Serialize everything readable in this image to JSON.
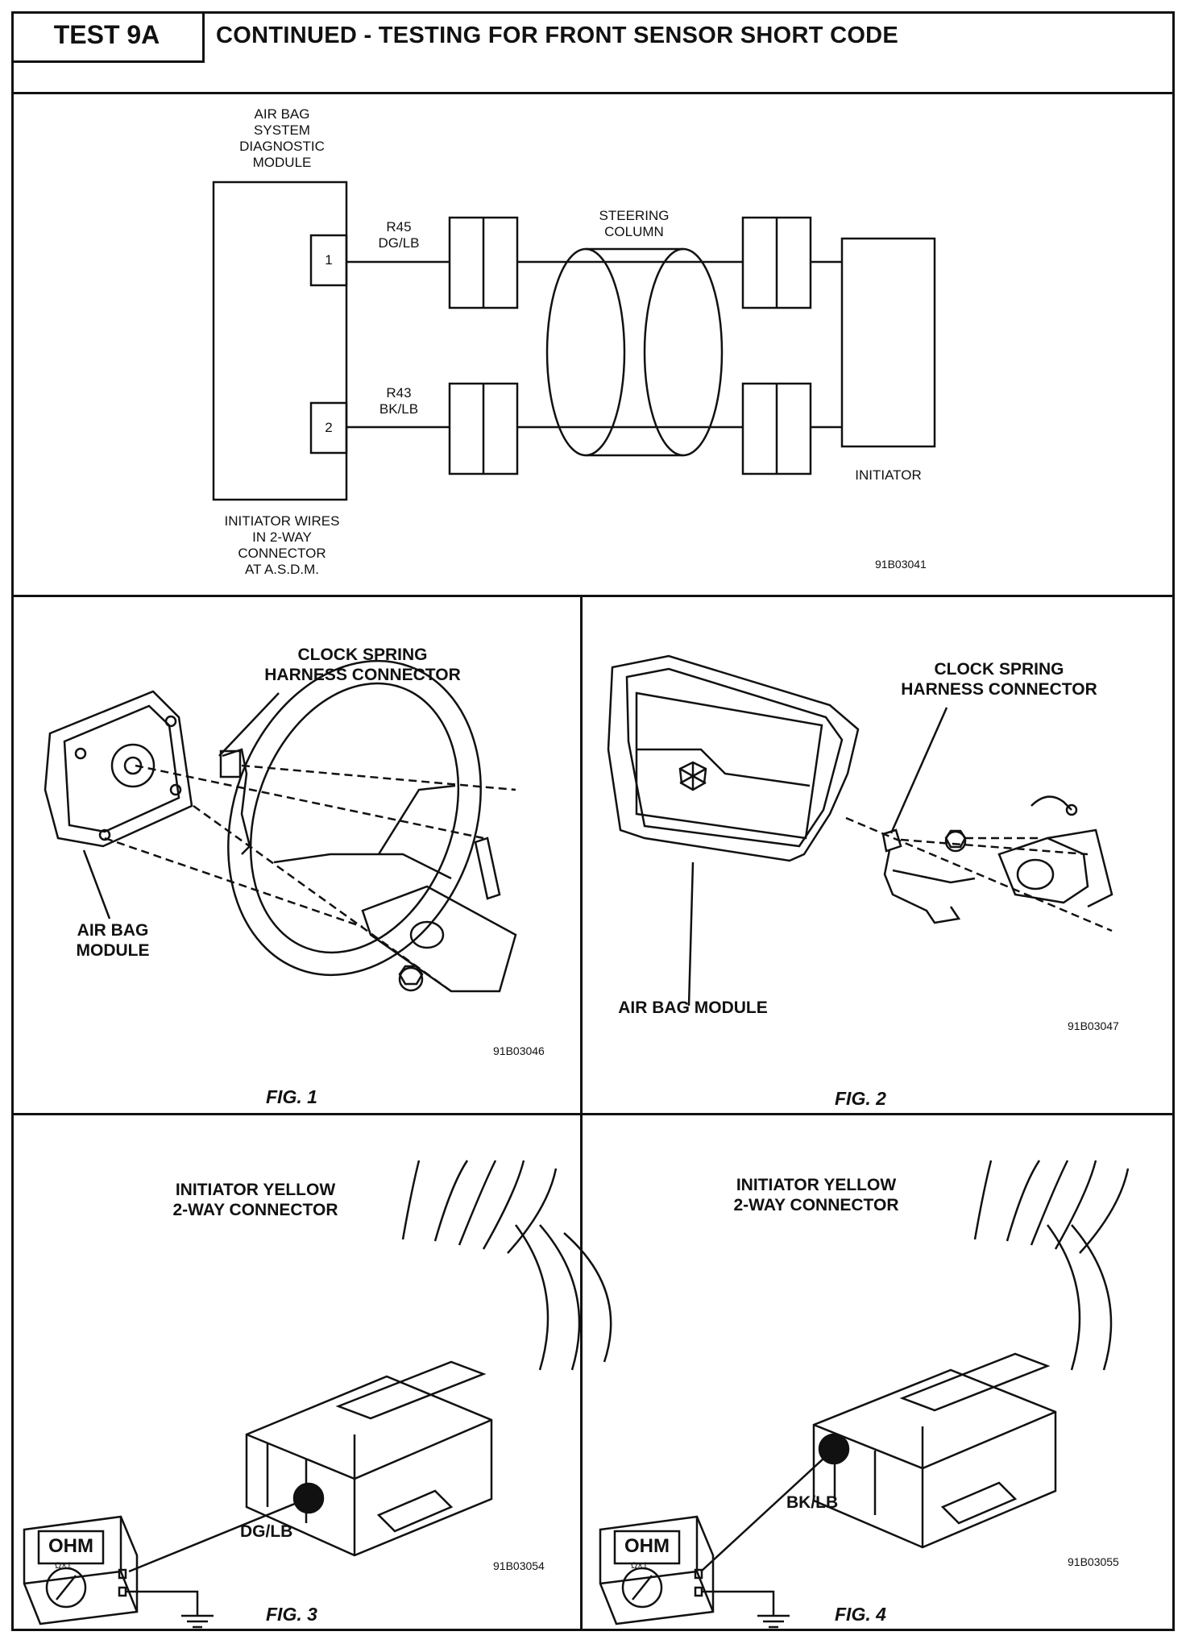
{
  "header": {
    "test_label": "TEST 9A",
    "title": "CONTINUED - TESTING FOR FRONT SENSOR SHORT CODE"
  },
  "schematic": {
    "module_title": [
      "AIR BAG",
      "SYSTEM",
      "DIAGNOSTIC",
      "MODULE"
    ],
    "pin1": "1",
    "pin2": "2",
    "wire1": [
      "R45",
      "DG/LB"
    ],
    "wire2": [
      "R43",
      "BK/LB"
    ],
    "steering_column": [
      "STEERING",
      "COLUMN"
    ],
    "initiator": "INITIATOR",
    "caption": [
      "INITIATOR WIRES",
      "IN 2-WAY",
      "CONNECTOR",
      "AT A.S.D.M."
    ],
    "code": "91B03041"
  },
  "fig1": {
    "connector_label": [
      "CLOCK SPRING",
      "HARNESS CONNECTOR"
    ],
    "module_label": [
      "AIR BAG",
      "MODULE"
    ],
    "code": "91B03046",
    "caption": "FIG. 1"
  },
  "fig2": {
    "connector_label": [
      "CLOCK SPRING",
      "HARNESS CONNECTOR"
    ],
    "module_label": "AIR BAG MODULE",
    "code": "91B03047",
    "caption": "FIG. 2"
  },
  "fig3": {
    "connector_label": [
      "INITIATOR YELLOW",
      "2-WAY CONNECTOR"
    ],
    "meter_display": "OHM",
    "meter_range": "Ω×1",
    "wire": "DG/LB",
    "code": "91B03054",
    "caption": "FIG. 3"
  },
  "fig4": {
    "connector_label": [
      "INITIATOR YELLOW",
      "2-WAY CONNECTOR"
    ],
    "meter_display": "OHM",
    "meter_range": "Ω×1",
    "wire": "BK/LB",
    "code": "91B03055",
    "caption": "FIG. 4"
  }
}
